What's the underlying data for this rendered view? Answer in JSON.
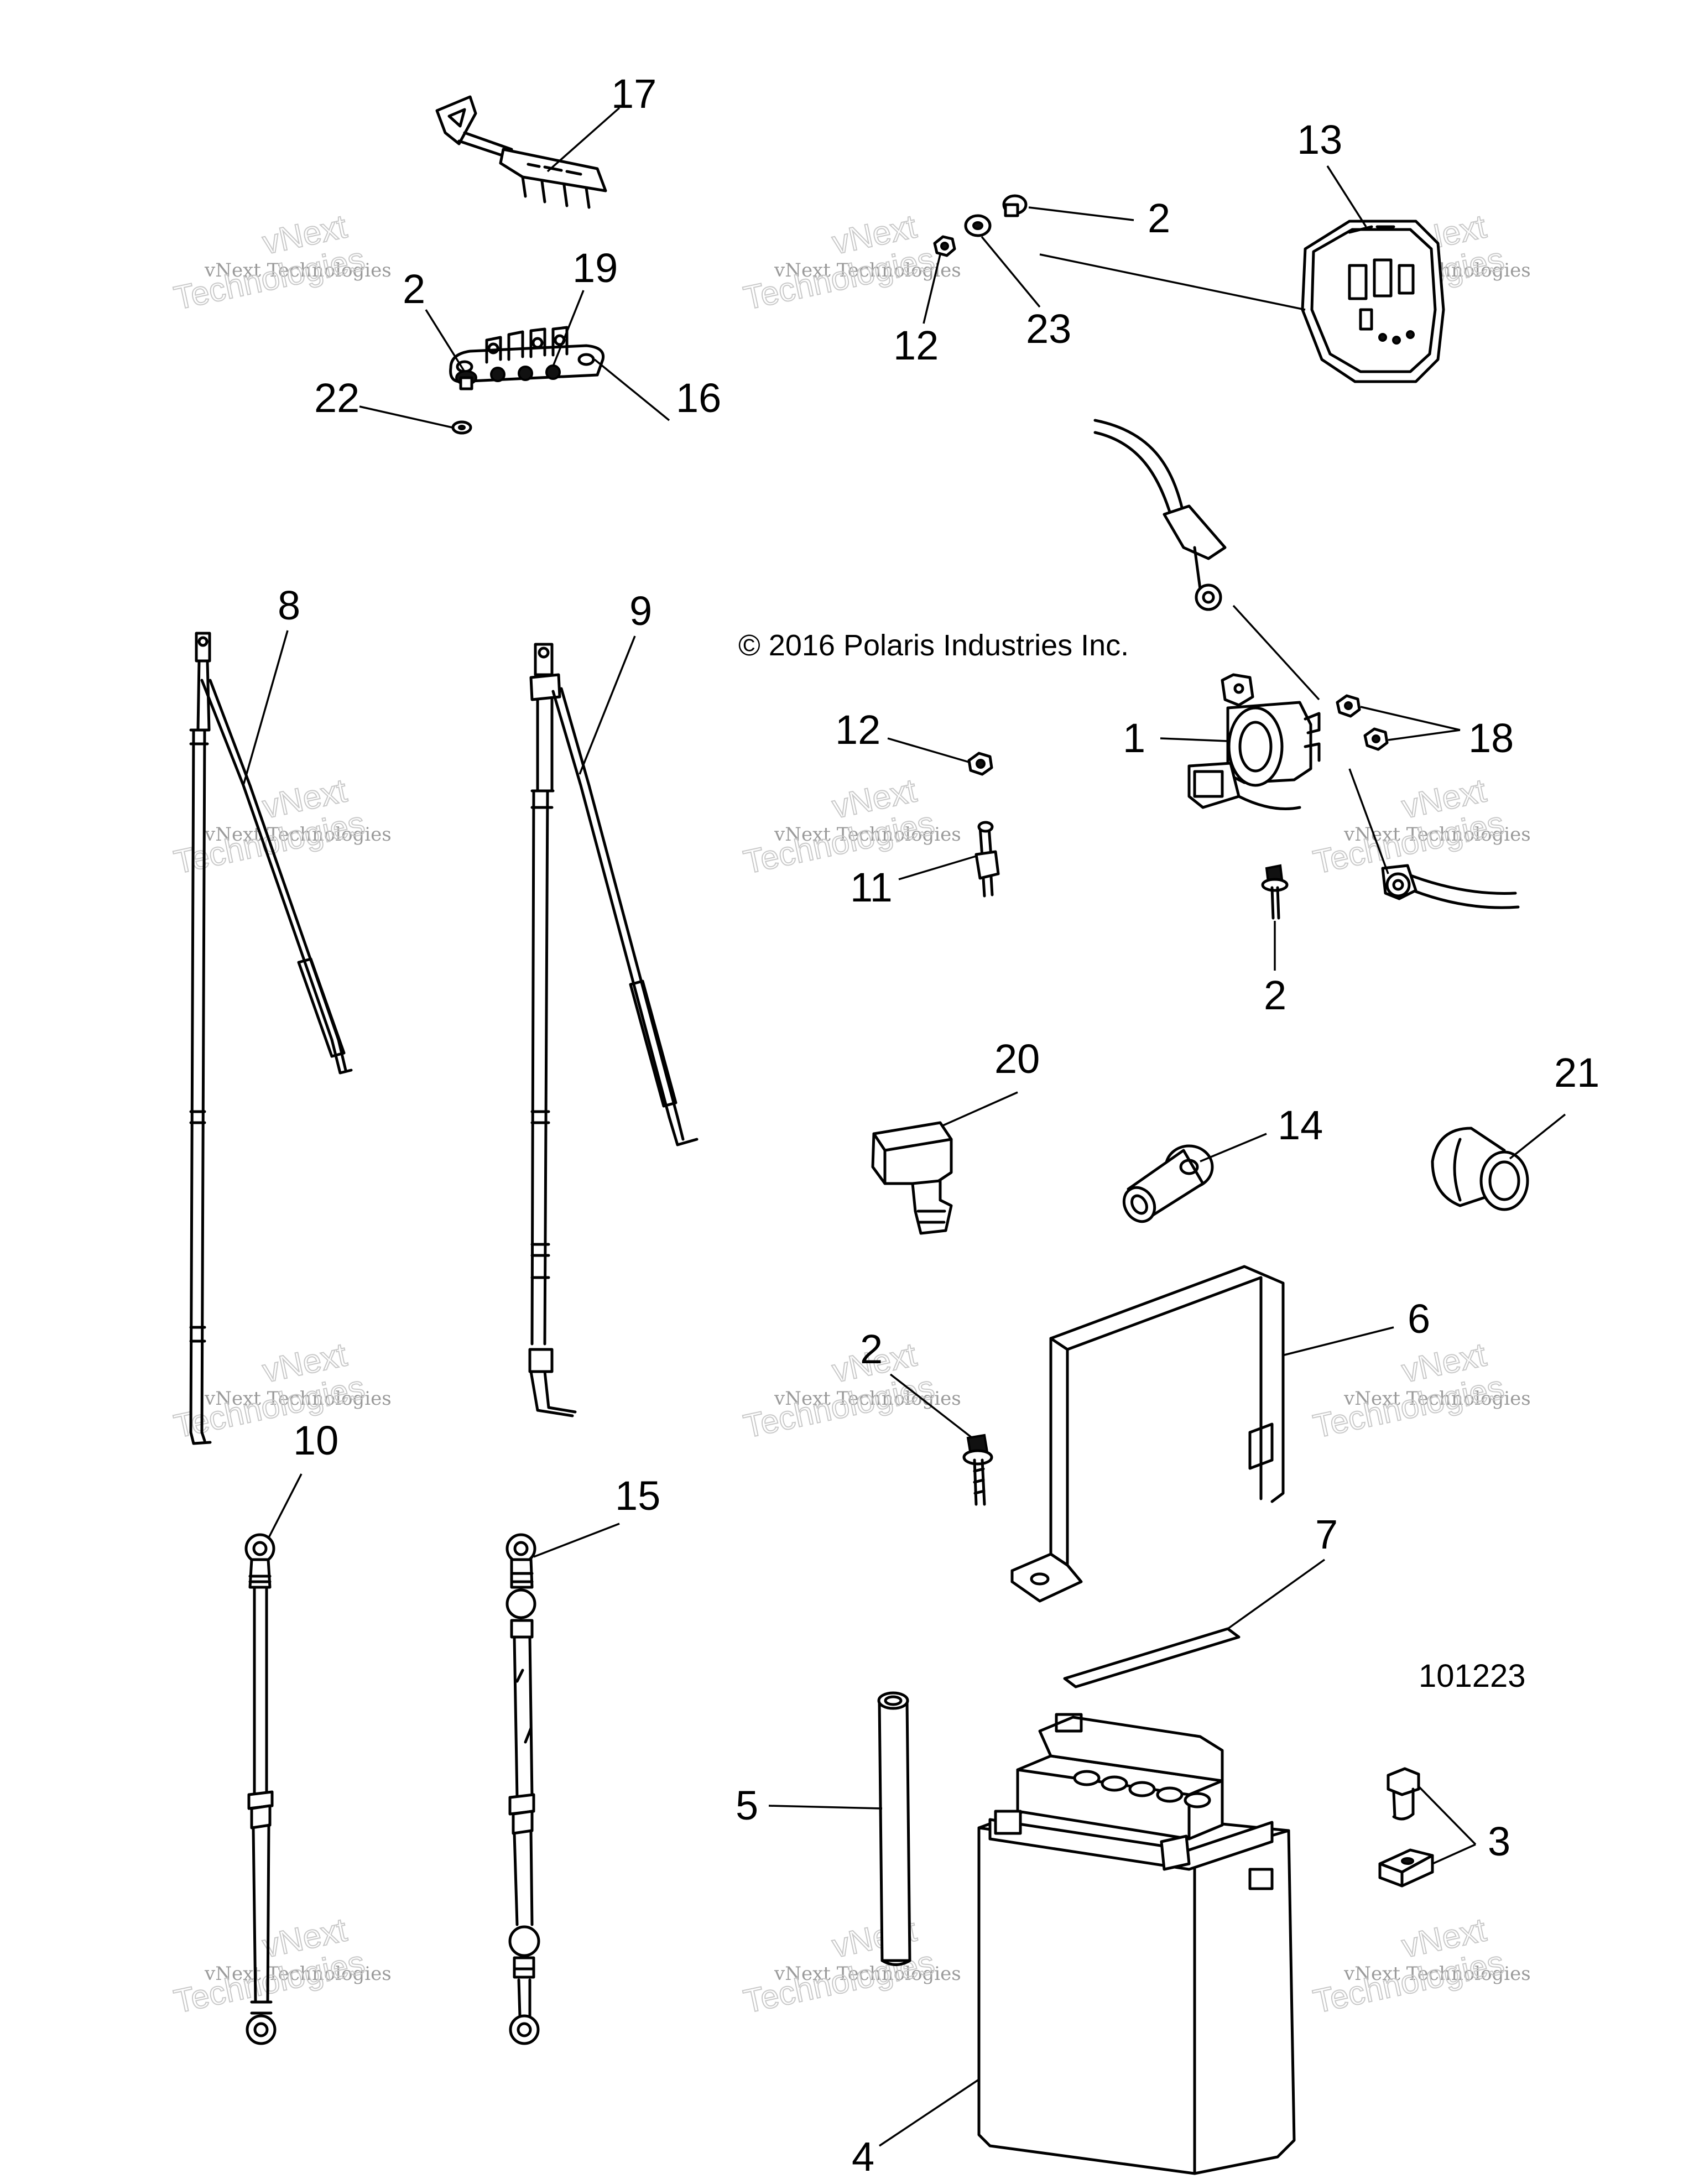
{
  "copyright": "© 2016 Polaris Industries Inc.",
  "drawing_number": "101223",
  "watermark": {
    "line1": "vNext Technologies",
    "line2": "vNext",
    "line3": "Technologies"
  },
  "callouts": {
    "c1": "1",
    "c2a": "2",
    "c2b": "2",
    "c2c": "2",
    "c2d": "2",
    "c3": "3",
    "c4": "4",
    "c5": "5",
    "c6": "6",
    "c7": "7",
    "c8": "8",
    "c9": "9",
    "c10": "10",
    "c11": "11",
    "c12a": "12",
    "c12b": "12",
    "c13": "13",
    "c14": "14",
    "c15": "15",
    "c16": "16",
    "c17": "17",
    "c18": "18",
    "c19": "19",
    "c20": "20",
    "c21": "21",
    "c22": "22",
    "c23": "23"
  },
  "parts": [
    {
      "ref": "17",
      "icon": "fuse-puller-icon"
    },
    {
      "ref": "16",
      "icon": "terminal-block-icon"
    },
    {
      "ref": "13",
      "icon": "relay-cover-icon"
    },
    {
      "ref": "1",
      "icon": "starter-solenoid-icon"
    },
    {
      "ref": "8",
      "icon": "battery-cable-icon"
    },
    {
      "ref": "9",
      "icon": "battery-cable-icon"
    },
    {
      "ref": "10",
      "icon": "ground-strap-icon"
    },
    {
      "ref": "15",
      "icon": "ground-strap-icon"
    },
    {
      "ref": "20",
      "icon": "terminal-boot-icon"
    },
    {
      "ref": "14",
      "icon": "terminal-boot-icon"
    },
    {
      "ref": "21",
      "icon": "terminal-boot-icon"
    },
    {
      "ref": "6",
      "icon": "battery-strap-icon"
    },
    {
      "ref": "7",
      "icon": "pad-icon"
    },
    {
      "ref": "5",
      "icon": "vent-tube-icon"
    },
    {
      "ref": "4",
      "icon": "battery-icon"
    },
    {
      "ref": "3",
      "icon": "bolt-nut-icon"
    }
  ]
}
